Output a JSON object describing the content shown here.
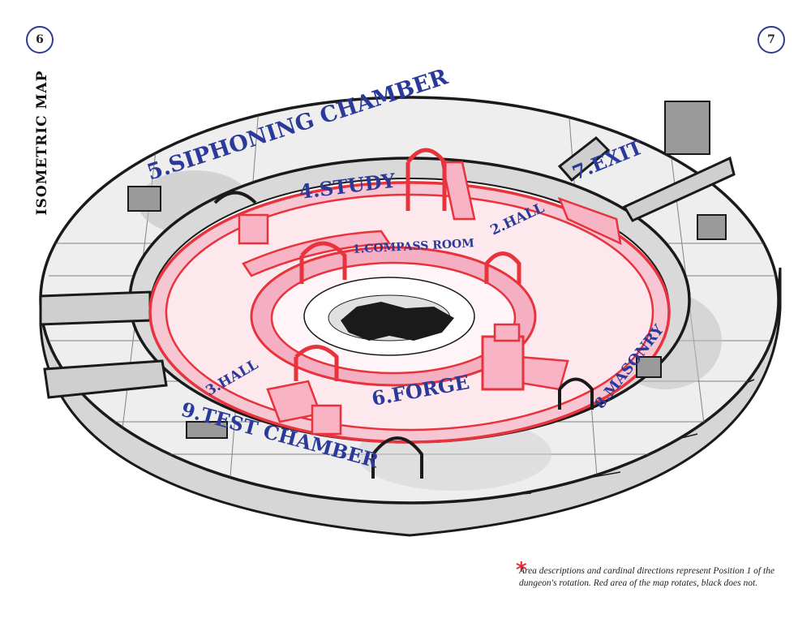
{
  "page_left": "6",
  "page_right": "7",
  "side_title": "ISOMETRIC MAP",
  "rooms": {
    "compass_room": "1.COMPASS ROOM",
    "hall_2": "2.HALL",
    "hall_3": "3.HALL",
    "study": "4.STUDY",
    "siphoning": "5.SIPHONING CHAMBER",
    "forge": "6.FORGE",
    "exit": "7.EXIT",
    "masonry": "8.MASONRY",
    "test_chamber": "9.TEST CHAMBER"
  },
  "footnote": "Area descriptions and cardinal directions represent Position 1 of the dungeon's rotation. Red area of the map rotates, black does not.",
  "colors": {
    "rotating_red": "#e8323c",
    "rotating_fill": "#f6c6d2",
    "label_blue": "#2b3a9a",
    "stone_gray": "#c9c9c9",
    "ink": "#1a1a1a"
  }
}
